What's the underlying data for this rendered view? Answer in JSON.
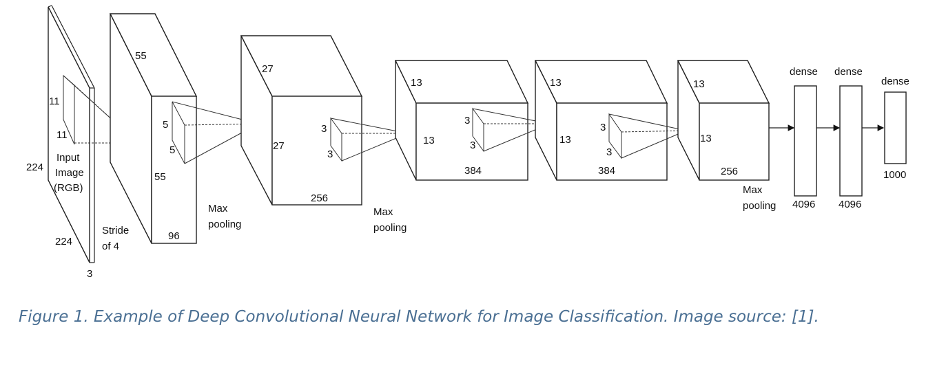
{
  "layers": {
    "input": {
      "height": "224",
      "width": "224",
      "depth": "3",
      "name_line1": "Input",
      "name_line2": "Image",
      "name_line3": "(RGB)",
      "kernel_h": "11",
      "kernel_w": "11"
    },
    "conv1": {
      "height": "55",
      "width": "55",
      "depth": "96",
      "kernel_h": "5",
      "kernel_w": "5",
      "stride_line1": "Stride",
      "stride_line2": "of 4"
    },
    "conv2": {
      "height": "27",
      "width": "27",
      "depth": "256",
      "kernel_h": "3",
      "kernel_w": "3"
    },
    "conv3": {
      "height": "13",
      "width": "13",
      "depth": "384",
      "kernel_h": "3",
      "kernel_w": "3"
    },
    "conv4": {
      "height": "13",
      "width": "13",
      "depth": "384",
      "kernel_h": "3",
      "kernel_w": "3"
    },
    "conv5": {
      "height": "13",
      "width": "13",
      "depth": "256"
    }
  },
  "pooling": {
    "line1": "Max",
    "line2": "pooling"
  },
  "dense": [
    {
      "label": "dense",
      "size": "4096"
    },
    {
      "label": "dense",
      "size": "4096"
    },
    {
      "label": "dense",
      "size": "1000"
    }
  ],
  "caption": "Figure 1. Example of Deep Convolutional Neural Network for Image Classification. Image source: [1].",
  "colors": {
    "caption": "#4a6f93",
    "lines": "#222222"
  }
}
